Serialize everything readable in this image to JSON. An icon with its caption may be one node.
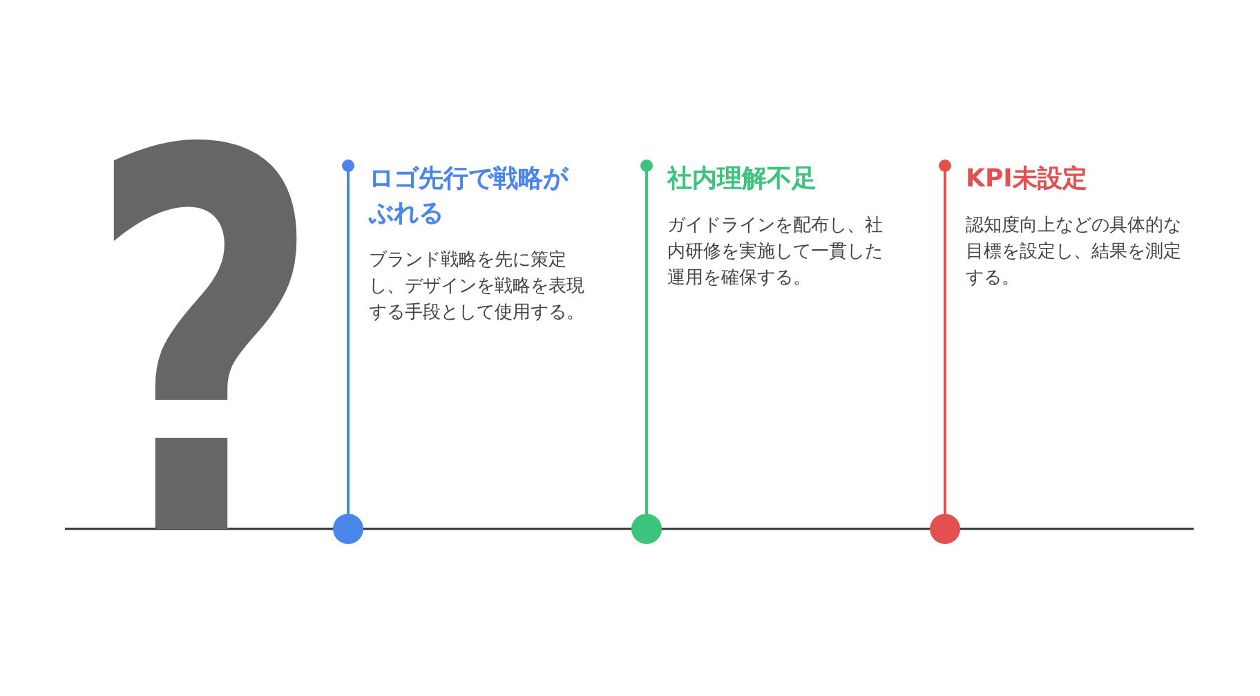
{
  "diagram": {
    "nodes": [
      {
        "text": [
          "ロゴ先行で戦略がぶれる",
          "ブランド戦略を先に策定し、デザインを戦略を表現する手段として使用する。"
        ]
      },
      {
        "text": [
          "社内理解不足",
          "ガイドラインを配布し、社内研修を実施して一貫した運用を確保する。"
        ]
      },
      {
        "text": [
          "KPI未設定",
          "認知度向上などの具体的な目標を設定し、結果を測定する。"
        ]
      }
    ],
    "labels": [
      "?"
    ]
  }
}
